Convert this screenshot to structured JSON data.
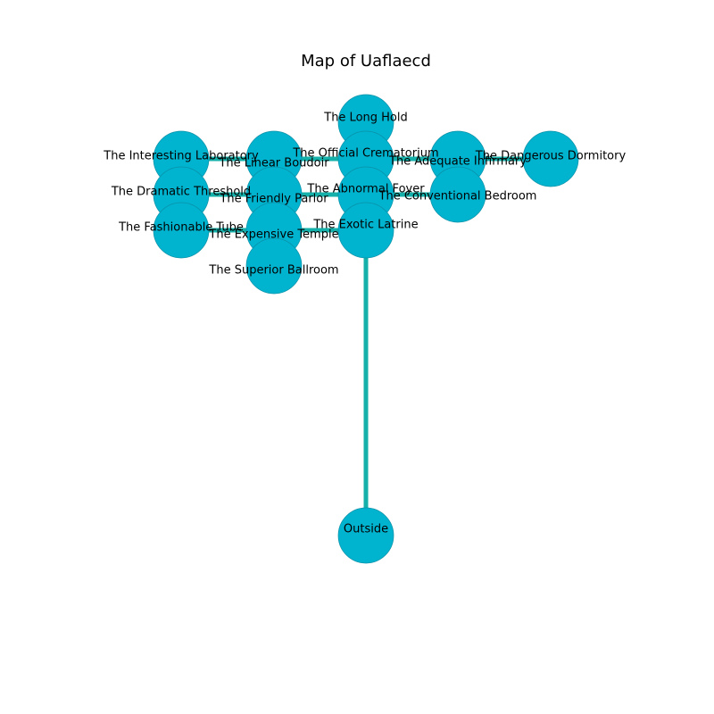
{
  "title": "Map of Uaflaecd",
  "colors": {
    "node_fill": "#00b4d0",
    "node_stroke": "#0a8fa6",
    "edge": "#16b0aa"
  },
  "rooms": [
    {
      "id": "long_hold",
      "label": "The Long Hold"
    },
    {
      "id": "interesting_laboratory",
      "label": "The Interesting Laboratory"
    },
    {
      "id": "linear_boudoir",
      "label": "The Linear Boudoir"
    },
    {
      "id": "official_crematorium",
      "label": "The Official Crematorium"
    },
    {
      "id": "adequate_infirmary",
      "label": "The Adequate Infirmary"
    },
    {
      "id": "dangerous_dormitory",
      "label": "The Dangerous Dormitory"
    },
    {
      "id": "dramatic_threshold",
      "label": "The Dramatic Threshold"
    },
    {
      "id": "friendly_parlor",
      "label": "The Friendly Parlor"
    },
    {
      "id": "abnormal_foyer",
      "label": "The Abnormal Foyer"
    },
    {
      "id": "conventional_bedroom",
      "label": "The Conventional Bedroom"
    },
    {
      "id": "fashionable_tube",
      "label": "The Fashionable Tube"
    },
    {
      "id": "expensive_temple",
      "label": "The Expensive Temple"
    },
    {
      "id": "exotic_latrine",
      "label": "The Exotic Latrine"
    },
    {
      "id": "superior_ballroom",
      "label": "The Superior Ballroom"
    },
    {
      "id": "outside",
      "label": "Outside"
    }
  ],
  "connections": [
    [
      "interesting_laboratory",
      "linear_boudoir"
    ],
    [
      "linear_boudoir",
      "official_crematorium"
    ],
    [
      "long_hold",
      "official_crematorium"
    ],
    [
      "official_crematorium",
      "adequate_infirmary"
    ],
    [
      "adequate_infirmary",
      "dangerous_dormitory"
    ],
    [
      "dramatic_threshold",
      "friendly_parlor"
    ],
    [
      "friendly_parlor",
      "abnormal_foyer"
    ],
    [
      "abnormal_foyer",
      "conventional_bedroom"
    ],
    [
      "fashionable_tube",
      "expensive_temple"
    ],
    [
      "expensive_temple",
      "exotic_latrine"
    ],
    [
      "expensive_temple",
      "superior_ballroom"
    ],
    [
      "exotic_latrine",
      "outside"
    ]
  ]
}
